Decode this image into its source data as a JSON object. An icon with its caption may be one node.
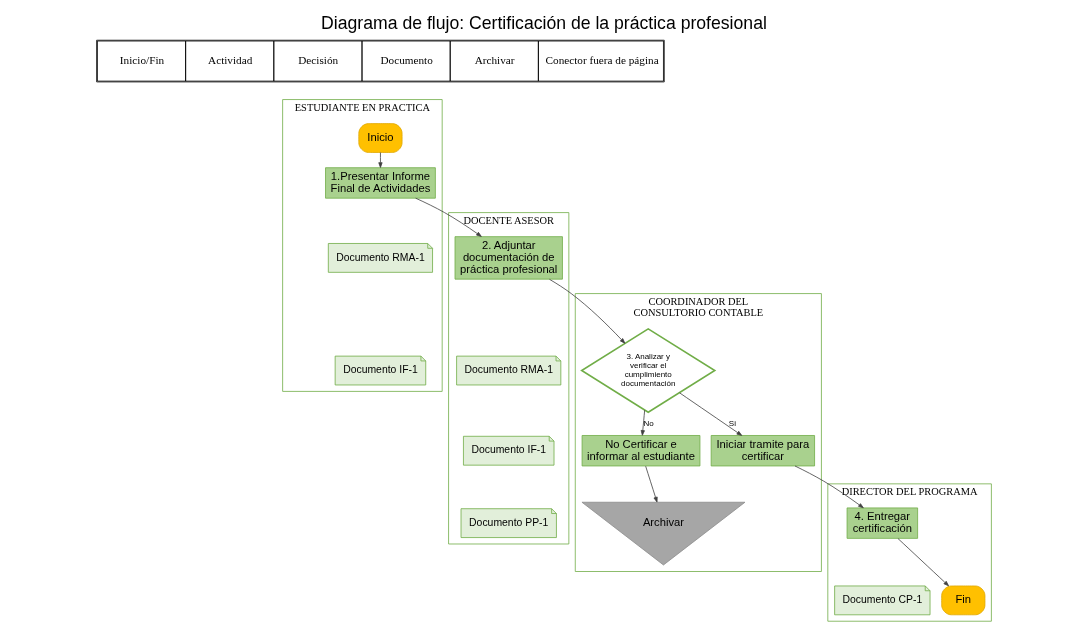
{
  "diagram": {
    "title": "Diagrama de flujo: Certificación de la práctica profesional",
    "nodes": [
      {
        "text": [
          "ESTUDIANTE EN PRACTICA"
        ]
      },
      {
        "text": [
          "Inicio"
        ],
        "in": 0
      },
      {
        "text": [
          "1.Presentar Informe Final de Actividades"
        ],
        "in": 0
      },
      {
        "text": [
          "Documento RMA-1"
        ],
        "in": 0
      },
      {
        "text": [
          "Documento IF-1"
        ],
        "in": 0
      },
      {
        "text": [
          "DOCENTE ASESOR"
        ]
      },
      {
        "text": [
          "2. Adjuntar documentación de práctica profesional"
        ],
        "in": 5
      },
      {
        "text": [
          "Documento RMA-1"
        ],
        "in": 5
      },
      {
        "text": [
          "Documento IF-1"
        ],
        "in": 5
      },
      {
        "text": [
          "Documento PP-1"
        ],
        "in": 5
      },
      {
        "text": [
          "COORDINADOR DEL CONSULTORIO CONTABLE"
        ]
      },
      {
        "text": [
          "3. Analizar y verificar el cumplimiento documentación"
        ],
        "in": 10
      },
      {
        "text": [
          "No Certificar e informar al estudiante"
        ],
        "in": 10
      },
      {
        "text": [
          "Archivar"
        ],
        "in": 10
      },
      {
        "text": [
          "Iniciar tramite para certificar"
        ],
        "in": 10
      },
      {
        "text": [
          "DIRECTOR DEL PROGRAMA"
        ]
      },
      {
        "text": [
          "4. Entregar certificación"
        ],
        "in": 15
      },
      {
        "text": [
          "Documento CP-1"
        ],
        "in": 15
      },
      {
        "text": [
          "Fin"
        ],
        "in": 15
      }
    ],
    "edges": [
      {
        "from": 1,
        "to": 2,
        "arrow": "to"
      },
      {
        "from": 2,
        "to": 6,
        "arrow": "to"
      },
      {
        "from": 6,
        "to": 11,
        "arrow": "to"
      },
      {
        "from": 11,
        "to": 12,
        "arrow": "to",
        "label": "No"
      },
      {
        "from": 12,
        "to": 13,
        "arrow": "to"
      },
      {
        "from": 11,
        "to": 14,
        "arrow": "to",
        "label": "Si"
      },
      {
        "from": 14,
        "to": 16,
        "arrow": "to"
      },
      {
        "from": 16,
        "to": 18,
        "arrow": "to"
      }
    ],
    "legend": [
      {
        "text": "Inicio/Fin"
      },
      {
        "text": "Actividad"
      },
      {
        "text": "Decisión"
      },
      {
        "text": "Documento"
      },
      {
        "text": "Archivar"
      },
      {
        "text": "Conector fuera de página"
      }
    ]
  }
}
